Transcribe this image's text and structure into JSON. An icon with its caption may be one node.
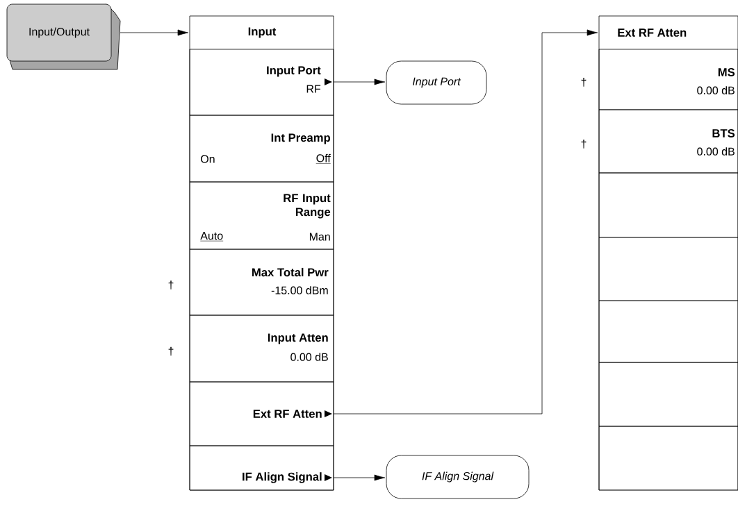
{
  "diagram": {
    "nodes": [
      {
        "text": [
          "Input/Output"
        ]
      },
      {
        "text": [
          "Input"
        ]
      },
      {
        "text": [
          "Input Port",
          "RF"
        ],
        "in": 1
      },
      {
        "text": [
          "Int Preamp",
          "On",
          "Off"
        ],
        "in": 1
      },
      {
        "text": [
          "RF Input Range",
          "Auto",
          "Man"
        ],
        "in": 1
      },
      {
        "text": [
          "Max Total Pwr",
          "-15.00  dBm"
        ],
        "in": 1,
        "beside": [
          "†"
        ]
      },
      {
        "text": [
          "Input Atten",
          "0.00  dB"
        ],
        "in": 1,
        "beside": [
          "†"
        ]
      },
      {
        "text": [
          "Ext RF Atten"
        ],
        "in": 1
      },
      {
        "text": [
          "IF Align Signal"
        ],
        "in": 1
      },
      {
        "text": [
          "Input Port"
        ]
      },
      {
        "text": [
          "IF Align Signal"
        ]
      },
      {
        "text": [
          "Ext RF Atten"
        ]
      },
      {
        "text": [
          "MS",
          "0.00 dB"
        ],
        "in": 11,
        "beside": [
          "†"
        ]
      },
      {
        "text": [
          "BTS",
          "0.00 dB"
        ],
        "in": 11,
        "beside": [
          "†"
        ]
      },
      {
        "text": [],
        "shape": "box",
        "in": 11
      },
      {
        "text": [],
        "shape": "box",
        "in": 11
      },
      {
        "text": [],
        "shape": "box",
        "in": 11
      },
      {
        "text": [],
        "shape": "box",
        "in": 11
      },
      {
        "text": [],
        "shape": "box",
        "in": 11
      }
    ],
    "edges": [
      {
        "from": 0,
        "to": 1,
        "arrow": "to"
      },
      {
        "from": 2,
        "to": 9,
        "arrow": "to"
      },
      {
        "from": 7,
        "to": 11,
        "arrow": "to"
      },
      {
        "from": 8,
        "to": 10,
        "arrow": "to"
      }
    ]
  }
}
